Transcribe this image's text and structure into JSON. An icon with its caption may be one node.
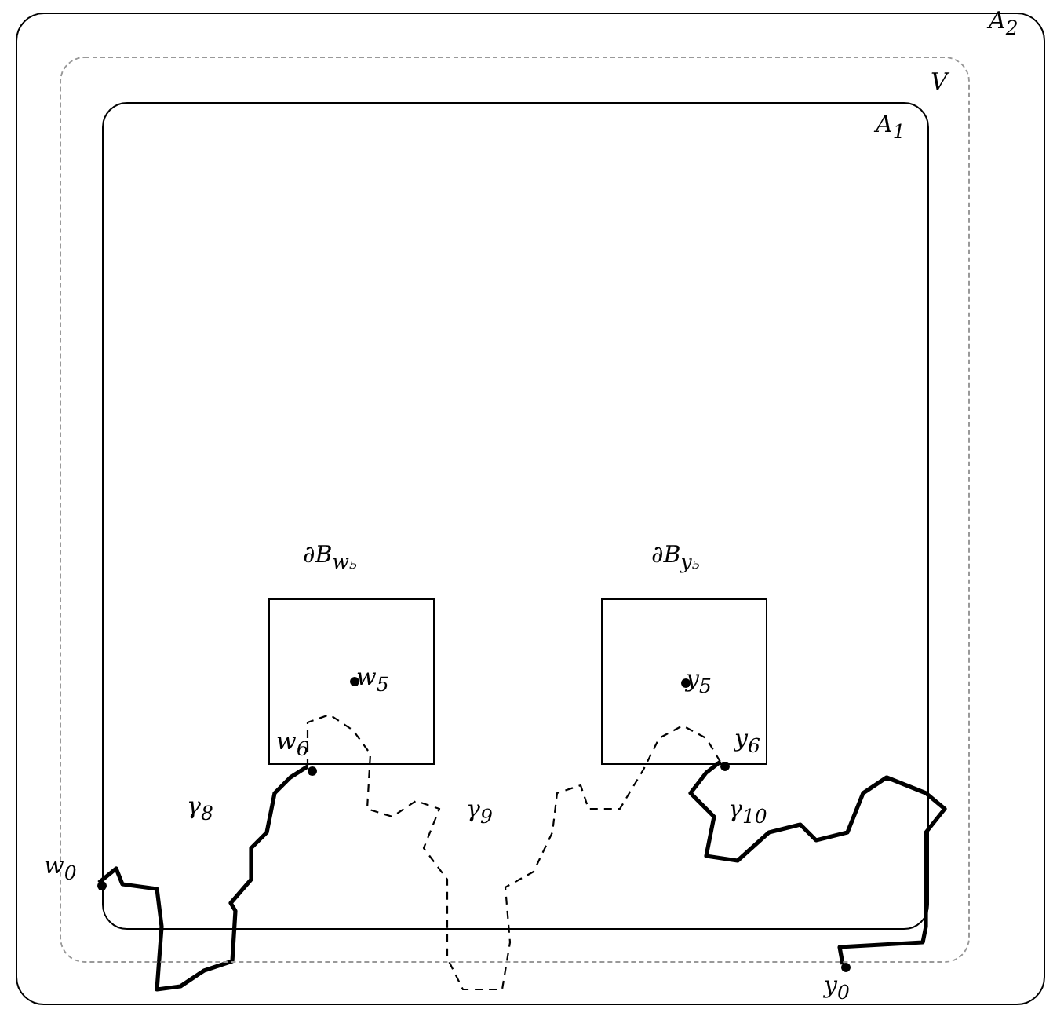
{
  "diagram": {
    "nodes": [
      {
        "text": [
          "A$_{2}$"
        ]
      },
      {
        "text": [
          "V"
        ],
        "in": 0
      },
      {
        "text": [
          "A$_{1}$"
        ],
        "in": 1
      },
      {
        "text": [
          "∂B$_{w₅}$"
        ],
        "in": 2
      },
      {
        "text": [
          "∂B$_{y₅}$"
        ],
        "in": 2
      },
      {
        "text": [],
        "shape": "circle",
        "beside": [
          "w$_{5}$"
        ],
        "in": 3
      },
      {
        "text": [],
        "shape": "circle",
        "beside": [
          "y$_{5}$"
        ],
        "in": 4
      },
      {
        "text": [],
        "shape": "circle",
        "beside": [
          "w$_{0}$"
        ],
        "in": 1
      },
      {
        "text": [],
        "shape": "circle",
        "beside": [
          "w$_{6}$"
        ],
        "in": 2
      },
      {
        "text": [],
        "shape": "circle",
        "beside": [
          "y$_{6}$"
        ],
        "in": 2
      },
      {
        "text": [],
        "shape": "circle",
        "beside": [
          "y$_{0}$"
        ],
        "in": 1
      }
    ],
    "edges": [
      {
        "from": 7,
        "to": 8,
        "arrow": "none",
        "label": "γ$_{8}$"
      },
      {
        "from": 8,
        "to": 9,
        "arrow": "none",
        "label": "γ$_{9}$",
        "style": "dashed"
      },
      {
        "from": 9,
        "to": 10,
        "arrow": "none",
        "label": "γ$_{10}$"
      }
    ]
  }
}
